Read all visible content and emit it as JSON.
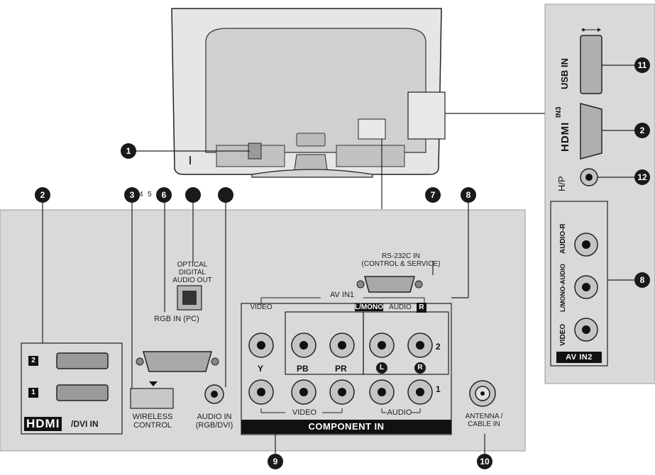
{
  "colors": {
    "panel": "#d9d9d9",
    "panel_edge": "#9a9a9a",
    "tv": "#e4e4e4",
    "dark": "#1a1a1a"
  },
  "callouts": {
    "c1": "1",
    "c2_left": "2",
    "c3": "3",
    "c4": "4",
    "c5": "5",
    "c6": "6",
    "c7": "7",
    "c8_left": "8",
    "c9": "9",
    "c10": "10",
    "c2_right": "2",
    "c8_right": "8",
    "c11": "11",
    "c12": "12"
  },
  "labels": {
    "optical": "OPTICAL\nDIGITAL\nAUDIO OUT",
    "rs232": "RS-232C IN\n(CONTROL & SERVICE)",
    "rgb_in": "RGB IN (PC)",
    "av_in1": "AV IN1",
    "video_top": "VIDEO",
    "lmono": "L/MONO",
    "audio_top": "AUDIO",
    "r_badge": "R",
    "y": "Y",
    "pb": "PB",
    "pr": "PR",
    "l_circle": "L",
    "r_circle": "R",
    "row2": "2",
    "row1": "1",
    "video_bottom": "VIDEO",
    "audio_bottom": "AUDIO",
    "component_in": "COMPONENT IN",
    "wireless": "WIRELESS\nCONTROL",
    "audio_in": "AUDIO IN\n(RGB/DVI)",
    "antenna": "ANTENNA /\nCABLE IN",
    "hdmi_logo": "HDMI",
    "dvi_in": "/DVI IN",
    "hdmi_badge_2": "2",
    "hdmi_badge_1": "1",
    "usb_in": "USB IN",
    "hdmi_in3_logo": "HDMI",
    "in3": "IN3",
    "hp": "H/P",
    "audio_r_side": "AUDIO-R",
    "lmono_side": "L/MONO-AUDIO",
    "video_side": "VIDEO",
    "av_in2": "AV IN2"
  }
}
